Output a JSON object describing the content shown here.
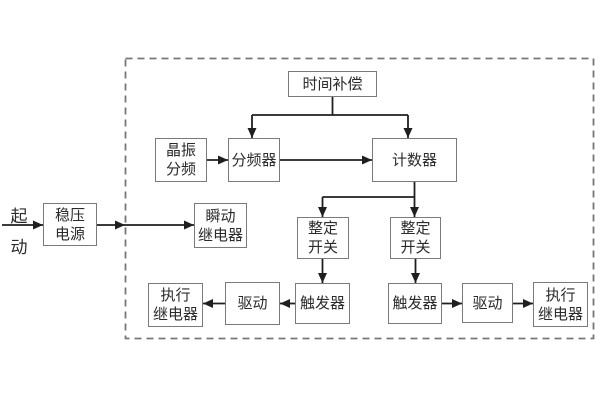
{
  "diagram": {
    "kind": "relay-timer-block-diagram",
    "colors": {
      "background": "#ffffff",
      "line": "#1f1f1f",
      "box_border": "#7a7a7a",
      "box_fill": "#ffffff",
      "dashed_enclosure": "#777777",
      "text": "#2b2b2b"
    },
    "nodes": {
      "start": {
        "label": "起\n动"
      },
      "power_supply": {
        "label": "稳压\n电源"
      },
      "time_compensation": {
        "label": "时间补偿"
      },
      "crystal_divider": {
        "label": "晶振\n分频"
      },
      "frequency_divider": {
        "label": "分频器"
      },
      "counter": {
        "label": "计数器"
      },
      "instant_relay": {
        "label": "瞬动\n继电器"
      },
      "setting_switch_left": {
        "label": "整定\n开关"
      },
      "setting_switch_right": {
        "label": "整定\n开关"
      },
      "trigger_left": {
        "label": "触发器"
      },
      "trigger_right": {
        "label": "触发器"
      },
      "drive_left": {
        "label": "驱动"
      },
      "drive_right": {
        "label": "驱动"
      },
      "exec_relay_left": {
        "label": "执行\n继电器"
      },
      "exec_relay_right": {
        "label": "执行\n继电器"
      }
    },
    "edges": [
      {
        "from": "start",
        "to": "power_supply"
      },
      {
        "from": "power_supply",
        "to": "instant_relay"
      },
      {
        "from": "time_compensation",
        "to": "frequency_divider"
      },
      {
        "from": "time_compensation",
        "to": "counter"
      },
      {
        "from": "crystal_divider",
        "to": "frequency_divider"
      },
      {
        "from": "frequency_divider",
        "to": "counter"
      },
      {
        "from": "counter",
        "to": "setting_switch_left"
      },
      {
        "from": "counter",
        "to": "setting_switch_right"
      },
      {
        "from": "setting_switch_left",
        "to": "trigger_left"
      },
      {
        "from": "setting_switch_right",
        "to": "trigger_right"
      },
      {
        "from": "trigger_left",
        "to": "drive_left"
      },
      {
        "from": "drive_left",
        "to": "exec_relay_left"
      },
      {
        "from": "trigger_right",
        "to": "drive_right"
      },
      {
        "from": "drive_right",
        "to": "exec_relay_right"
      }
    ]
  }
}
